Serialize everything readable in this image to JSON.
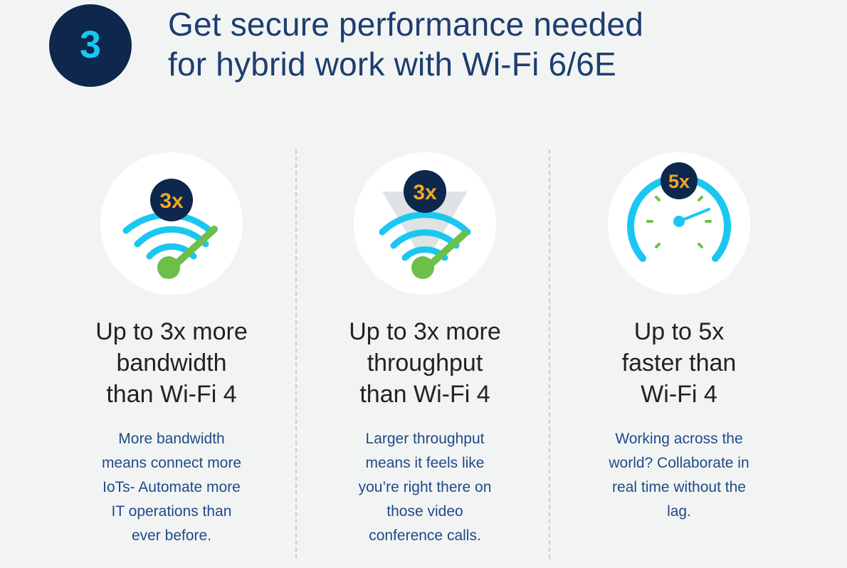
{
  "step": {
    "number": "3"
  },
  "headline": {
    "line1": "Get secure performance needed",
    "line2": "for hybrid work with Wi-Fi 6/6E"
  },
  "colors": {
    "navy": "#0d274d",
    "cyan": "#1ac7f0",
    "green": "#6cc04a",
    "orange": "#f5a623",
    "headline": "#1d3e6e",
    "description": "#1f4a87"
  },
  "columns": [
    {
      "icon": "wifi-gauge-icon",
      "badge": "3x",
      "title": [
        "Up to 3x more",
        "bandwidth",
        "than Wi-Fi 4"
      ],
      "description": [
        "More bandwidth",
        "means connect more",
        "IoTs- Automate more",
        "IT operations than",
        "ever before."
      ]
    },
    {
      "icon": "wifi-funnel-icon",
      "badge": "3x",
      "title": [
        "Up to 3x more",
        "throughput",
        "than Wi-Fi 4"
      ],
      "description": [
        "Larger throughput",
        "means it feels like",
        "you’re right there on",
        "those video",
        "conference calls."
      ]
    },
    {
      "icon": "speedometer-icon",
      "badge": "5x",
      "title": [
        "Up to 5x",
        "faster than",
        "Wi-Fi 4"
      ],
      "description": [
        "Working across the",
        "world? Collaborate in",
        "real time without the",
        "lag."
      ]
    }
  ]
}
